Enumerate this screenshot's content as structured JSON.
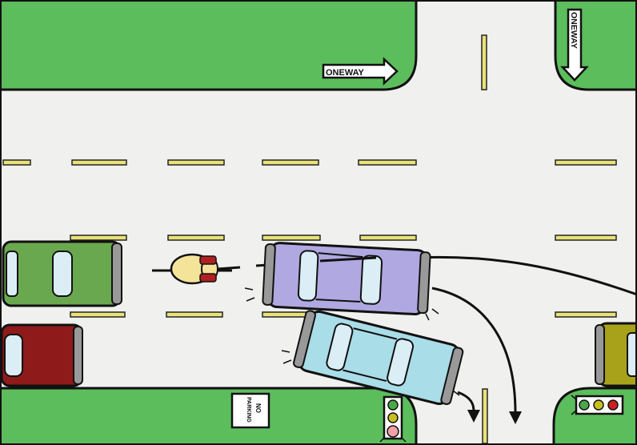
{
  "signs": {
    "one_way_horizontal": "ONEWAY",
    "one_way_vertical": "ONEWAY",
    "no_parking_line1": "NO",
    "no_parking_line2": "PARKING"
  },
  "colors": {
    "grass": "#5cbd5c",
    "road": "#f0f0ee",
    "outline": "#111111",
    "lane_marking": "#e8e27a",
    "car_green": "#6aa84f",
    "car_red": "#8e1a1a",
    "car_purple": "#b0a8e0",
    "car_light_blue": "#a9dde8",
    "car_olive": "#a8a21a",
    "bicycle_rider": "#f4e49a",
    "light_red": "#cc2020",
    "light_yellow": "#c8c020",
    "light_green": "#4aa84a",
    "light_pink": "#f3a0a8"
  },
  "icons": {
    "bicycle": "bicycle-with-rider-icon",
    "traffic_light": "traffic-light-icon",
    "arrow": "path-arrow-icon"
  }
}
